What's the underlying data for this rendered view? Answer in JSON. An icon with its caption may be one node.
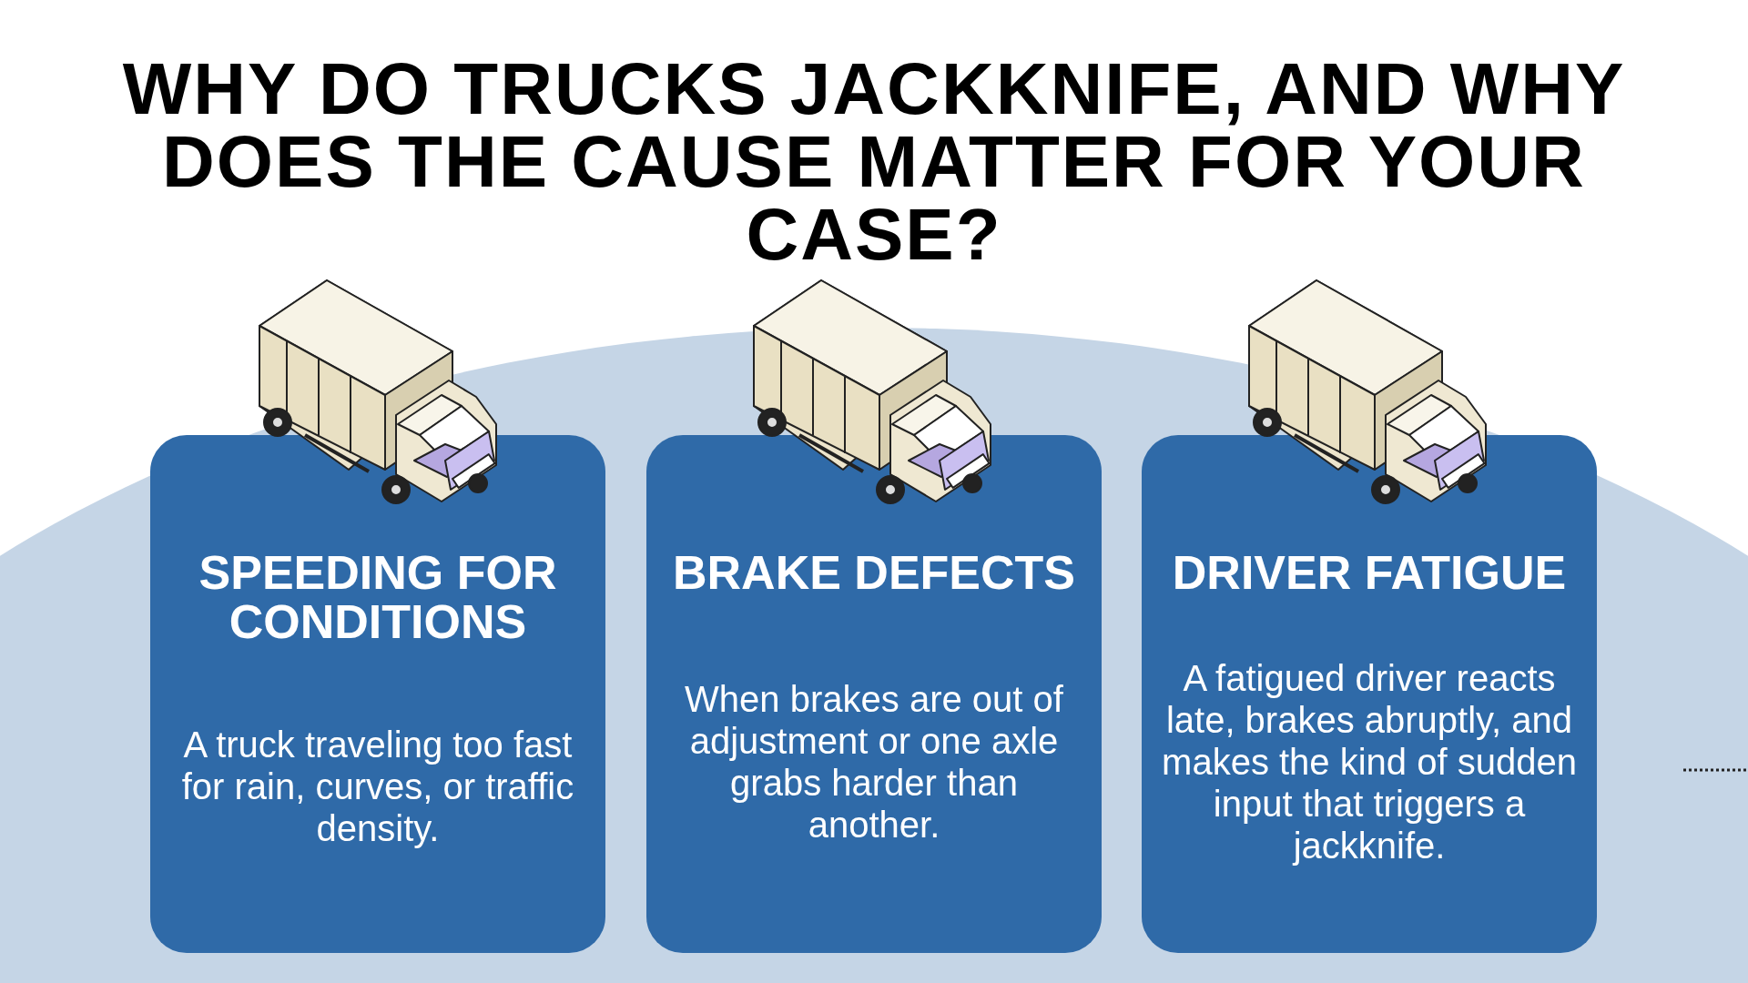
{
  "diagram": {
    "title": "WHY DO TRUCKS JACKKNIFE, AND WHY DOES THE CAUSE MATTER FOR YOUR CASE?",
    "nodes": [
      {
        "text": [
          "SPEEDING FOR CONDITIONS",
          "A truck traveling too fast for rain, curves, or traffic density."
        ]
      },
      {
        "text": [
          "BRAKE DEFECTS",
          "When brakes are out of adjustment or one axle grabs harder than another."
        ]
      },
      {
        "text": [
          "DRIVER FATIGUE",
          "A fatigued driver reacts late, brakes abruptly, and makes the kind of sudden input that triggers a jackknife."
        ]
      }
    ]
  }
}
